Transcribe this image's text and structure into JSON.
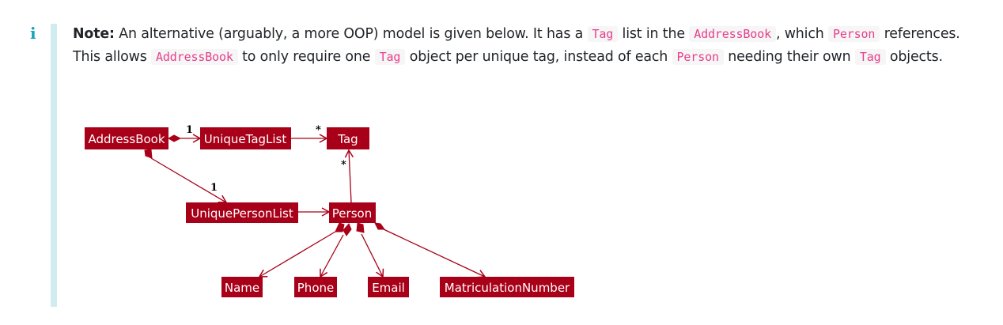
{
  "note": {
    "icon": "info-icon",
    "label": "Note:",
    "t1": " An alternative (arguably, a more OOP) model is given below. It has a ",
    "c1": "Tag",
    "t2": " list in the ",
    "c2": "AddressBook",
    "t3": ", which ",
    "c3": "Person",
    "t4": " references. This allows ",
    "c4": "AddressBook",
    "t5": " to only require one ",
    "c5": "Tag",
    "t6": " object per unique tag, instead of each ",
    "c6": "Person",
    "t7": " needing their own ",
    "c7": "Tag",
    "t8": " objects."
  },
  "diagram": {
    "classes": {
      "addressbook": "AddressBook",
      "uniquetaglist": "UniqueTagList",
      "tag": "Tag",
      "uniquepersonlist": "UniquePersonList",
      "person": "Person",
      "name": "Name",
      "phone": "Phone",
      "email": "Email",
      "matriculationnumber": "MatriculationNumber"
    },
    "multiplicities": {
      "addressbook_taglist": "1",
      "taglist_tag": "*",
      "person_tag": "*",
      "addressbook_personlist": "1"
    },
    "colors": {
      "box": "#a80018",
      "text": "#ffffff",
      "accent": "#17a2b8"
    }
  }
}
